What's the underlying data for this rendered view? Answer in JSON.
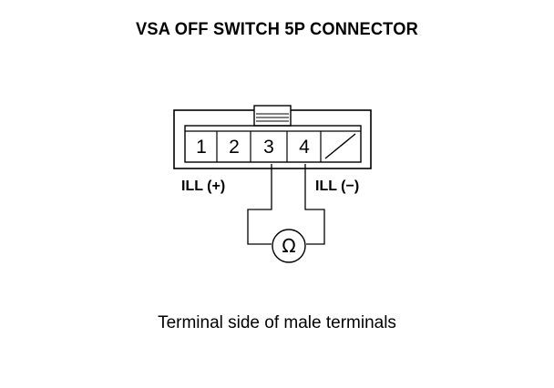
{
  "title": "VSA OFF SWITCH 5P CONNECTOR",
  "connector": {
    "pins": [
      "1",
      "2",
      "3",
      "4"
    ]
  },
  "probe_left_label": "ILL (+)",
  "probe_right_label": "ILL (−)",
  "meter_symbol": "Ω",
  "caption": "Terminal side of male terminals"
}
